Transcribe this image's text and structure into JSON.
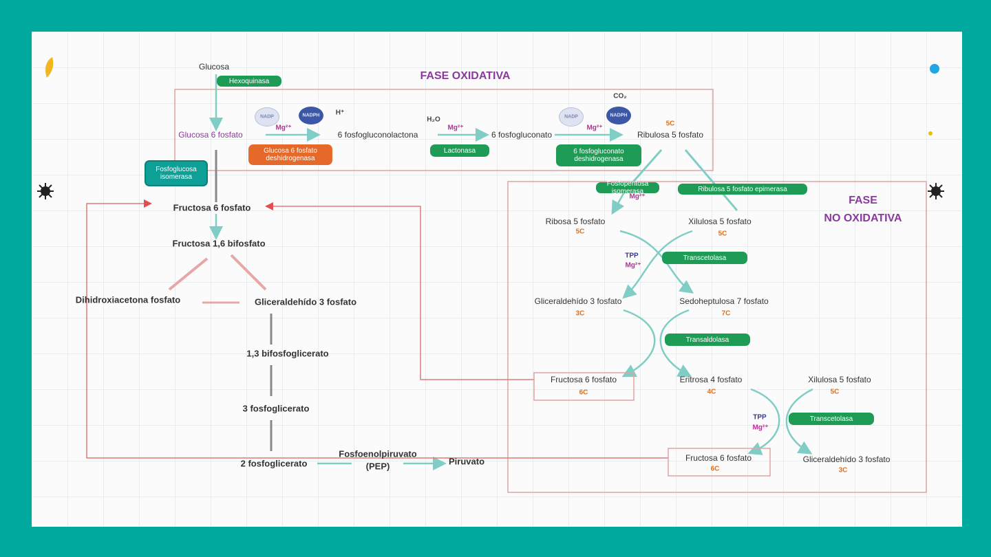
{
  "phases": {
    "oxidative": "FASE OXIDATIVA",
    "non_oxidative_1": "FASE",
    "non_oxidative_2": "NO OXIDATIVA"
  },
  "metabolites": {
    "glucose": "Glucosa",
    "g6p": "Glucosa 6 fosfato",
    "pglucolactone": "6 fosfogluconolactona",
    "pgluconate": "6 fosfogluconato",
    "ribulose5p": "Ribulosa 5 fosfato",
    "f6p": "Fructosa 6 fosfato",
    "f16bp": "Fructosa 1,6 bifosfato",
    "dhap": "Dihidroxiacetona fosfato",
    "g3p": "Gliceraldehído 3 fosfato",
    "bpg13": "1,3 bifosfoglicerato",
    "pg3": "3 fosfoglicerato",
    "pg2": "2 fosfoglicerato",
    "pep": "Fosfoenolpiruvato",
    "pep_abbr": "(PEP)",
    "pyruvate": "Piruvato",
    "xylulose5p": "Xilulosa 5 fosfato",
    "ribose5p": "Ribosa 5 fosfato",
    "g3p_right": "Gliceraldehído 3 fosfato",
    "sedo7p": "Sedoheptulosa 7 fosfato",
    "f6p_right": "Fructosa 6 fosfato",
    "ery4p": "Eritrosa 4 fosfato",
    "xylulose5p_b": "Xilulosa 5 fosfato",
    "f6p_right2": "Fructosa 6 fosfato",
    "g3p_right2": "Gliceraldehído 3 fosfato"
  },
  "numbers": {
    "ribulose": "5C",
    "ribose": "5C",
    "xylulose": "5C",
    "g3p_r": "3C",
    "sedo": "7C",
    "f6p_r": "6C",
    "ery": "4C",
    "xyl_b": "5C",
    "f6p_r2": "6C",
    "g3p_r2": "3C"
  },
  "cofactors": {
    "nadp1": "NADP",
    "nadph1": "NADPH",
    "mg1": "Mg²⁺",
    "h2o": "H₂O",
    "mg2": "Mg²⁺",
    "nadp2": "NADP",
    "nadph2": "NADPH",
    "co2": "CO₂",
    "mg3": "Mg²⁺",
    "mg4": "Mg²⁺",
    "tpp1": "TPP",
    "mg5": "Mg²⁺",
    "tpp2": "TPP",
    "mg6": "Mg²⁺",
    "h_plus": "H⁺"
  },
  "enzymes": {
    "hexokinase": "Hexoquinasa",
    "g6pd": "Glucosa 6 fosfato deshidrogenasa",
    "lactonase": "Lactonasa",
    "pgd": "6 fosfogluconato deshidrogenasa",
    "isomerase": "Fosfopentosa isomerasa",
    "epimerase": "Ribulosa 5 fosfato epimerasa",
    "transketolase1": "Transcetolasa",
    "transaldolase": "Transaldolasa",
    "transketolase2": "Transcetolasa",
    "phosphoglucose": "Fosfoglucosa isomerasa"
  },
  "colors": {
    "frame": "#00a99d",
    "enzyme_green": "#1e9b55",
    "enzyme_orange": "#e56a2a",
    "phase_text": "#8a3a9c",
    "cofactor": "#c0289a",
    "carbon_count": "#e0701c",
    "loop_line": "#e07a7a",
    "arrow_teal": "#7fcdc4"
  },
  "icons": [
    "yellow-leaf-icon",
    "black-bug-icon",
    "blue-dot-icon",
    "yellow-dot-icon"
  ]
}
